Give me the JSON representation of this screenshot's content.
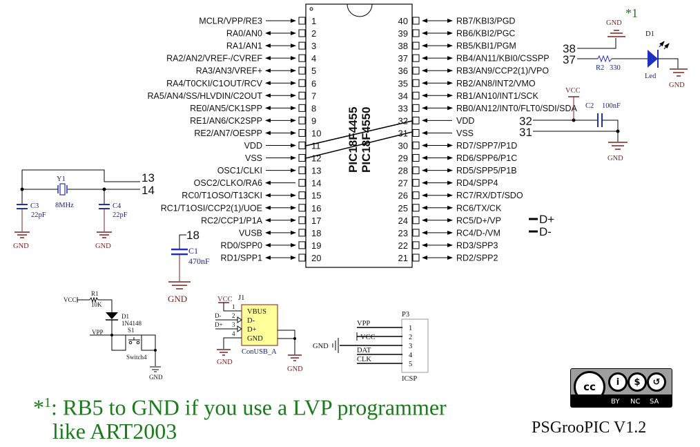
{
  "chip": {
    "name_line1": "PIC18F4455",
    "name_line2": "PIC18F4550",
    "left_pins": [
      {
        "num": "1",
        "label": "MCLR/VPP/RE3",
        "dir": "in"
      },
      {
        "num": "2",
        "label": "RA0/AN0",
        "dir": "bi"
      },
      {
        "num": "3",
        "label": "RA1/AN1",
        "dir": "bi"
      },
      {
        "num": "4",
        "label": "RA2/AN2/VREF-/CVREF",
        "dir": "bi"
      },
      {
        "num": "5",
        "label": "RA3/AN3/VREF+",
        "dir": "bi"
      },
      {
        "num": "6",
        "label": "RA4/T0CKI/C1OUT/RCV",
        "dir": "bi"
      },
      {
        "num": "7",
        "label": "RA5/AN4/SS/HLVDIN/C2OUT",
        "dir": "bi"
      },
      {
        "num": "8",
        "label": "RE0/AN5/CK1SPP",
        "dir": "bi"
      },
      {
        "num": "9",
        "label": "RE1/AN6/CK2SPP",
        "dir": "bi"
      },
      {
        "num": "10",
        "label": "RE2/AN7/OESPP",
        "dir": "bi"
      },
      {
        "num": "11",
        "label": "VDD",
        "dir": "in"
      },
      {
        "num": "12",
        "label": "VSS",
        "dir": "in"
      },
      {
        "num": "13",
        "label": "OSC1/CLKI",
        "dir": "in"
      },
      {
        "num": "14",
        "label": "OSC2/CLKO/RA6",
        "dir": "out"
      },
      {
        "num": "15",
        "label": "RC0/T1OSO/T13CKI",
        "dir": "bi"
      },
      {
        "num": "16",
        "label": "RC1/T1OSI/CCP2(1)/UOE",
        "dir": "bi"
      },
      {
        "num": "17",
        "label": "RC2/CCP1/P1A",
        "dir": "bi"
      },
      {
        "num": "18",
        "label": "VUSB",
        "dir": "bi"
      },
      {
        "num": "19",
        "label": "RD0/SPP0",
        "dir": "bi"
      },
      {
        "num": "20",
        "label": "RD1/SPP1",
        "dir": "bi"
      }
    ],
    "right_pins": [
      {
        "num": "40",
        "label": "RB7/KBI3/PGD",
        "dir": "bi"
      },
      {
        "num": "39",
        "label": "RB6/KBI2/PGC",
        "dir": "bi"
      },
      {
        "num": "38",
        "label": "RB5/KBI1/PGM",
        "dir": "bi"
      },
      {
        "num": "37",
        "label": "RB4/AN11/KBI0/CSSPP",
        "dir": "bi"
      },
      {
        "num": "36",
        "label": "RB3/AN9/CCP2(1)/VPO",
        "dir": "bi"
      },
      {
        "num": "35",
        "label": "RB2/AN8/INT2/VMO",
        "dir": "bi"
      },
      {
        "num": "34",
        "label": "RB1/AN10/INT1/SCK",
        "dir": "bi"
      },
      {
        "num": "33",
        "label": "RB0/AN12/INT0/FLT0/SDI/SDA",
        "dir": "bi"
      },
      {
        "num": "32",
        "label": "VDD",
        "dir": "in"
      },
      {
        "num": "31",
        "label": "VSS",
        "dir": "in"
      },
      {
        "num": "30",
        "label": "RD7/SPP7/P1D",
        "dir": "bi"
      },
      {
        "num": "29",
        "label": "RD6/SPP6/P1C",
        "dir": "bi"
      },
      {
        "num": "28",
        "label": "RD5/SPP5/P1B",
        "dir": "bi"
      },
      {
        "num": "27",
        "label": "RD4/SPP4",
        "dir": "bi"
      },
      {
        "num": "26",
        "label": "RC7/RX/DT/SDO",
        "dir": "bi"
      },
      {
        "num": "25",
        "label": "RC6/TX/CK",
        "dir": "bi"
      },
      {
        "num": "24",
        "label": "RC5/D+/VP",
        "dir": "bi"
      },
      {
        "num": "23",
        "label": "RC4/D-/VM",
        "dir": "bi"
      },
      {
        "num": "22",
        "label": "RD3/SPP3",
        "dir": "bi"
      },
      {
        "num": "21",
        "label": "RD2/SPP2",
        "dir": "bi"
      }
    ]
  },
  "nets": {
    "n13": "13",
    "n14": "14",
    "n18": "18",
    "n32": "32",
    "n31": "31",
    "n38": "38",
    "n37": "37",
    "dplus": "D+",
    "dminus": "D-"
  },
  "crystal": {
    "ref": "Y1",
    "value": "8MHz"
  },
  "c3": {
    "ref": "C3",
    "value": "22pF"
  },
  "c4": {
    "ref": "C4",
    "value": "22pF"
  },
  "c1": {
    "ref": "C1",
    "value": "470nF"
  },
  "c2": {
    "ref": "C2",
    "value": "100nF"
  },
  "r2": {
    "ref": "R2",
    "value": "330"
  },
  "led": {
    "ref": "D1",
    "value": "Led"
  },
  "note_marker": "*1",
  "gnd": "GND",
  "vcc": "VCC",
  "reset": {
    "r1_ref": "R1",
    "r1_value": "10K",
    "d1_ref": "D1",
    "d1_value": "1N4148",
    "vpp": "VPP",
    "s1_ref": "S1",
    "s1_value": "Switch4",
    "vcc": "VCC",
    "gnd": "GND"
  },
  "usb": {
    "ref": "J1",
    "name": "ConUSB_A",
    "pins": [
      "VBUS",
      "D-",
      "D+",
      "GND"
    ],
    "pin_nums": [
      "1",
      "2",
      "3",
      "4"
    ],
    "net_dminus": "D-",
    "net_dplus": "D+",
    "vcc": "VCC"
  },
  "icsp": {
    "ref": "P3",
    "name": "ICSP",
    "pin_nums": [
      "1",
      "2",
      "3",
      "4",
      "5"
    ],
    "nets": [
      "VPP",
      "VCC",
      "GND",
      "DAT",
      "CLK"
    ]
  },
  "footnote": {
    "marker": "*",
    "sup": "1",
    "line1": ": RB5 to GND if you use a LVP programmer",
    "line2": "like ART2003"
  },
  "license": {
    "labels": [
      "BY",
      "NC",
      "SA"
    ],
    "cc": "cc"
  },
  "version": "PSGrooPIC V1.2",
  "colors": {
    "wire": "#000000",
    "component": "#1f2fbf",
    "gnd": "#7a1f1f",
    "note": "#1b7a1b",
    "usb_body": "#ffff99"
  }
}
